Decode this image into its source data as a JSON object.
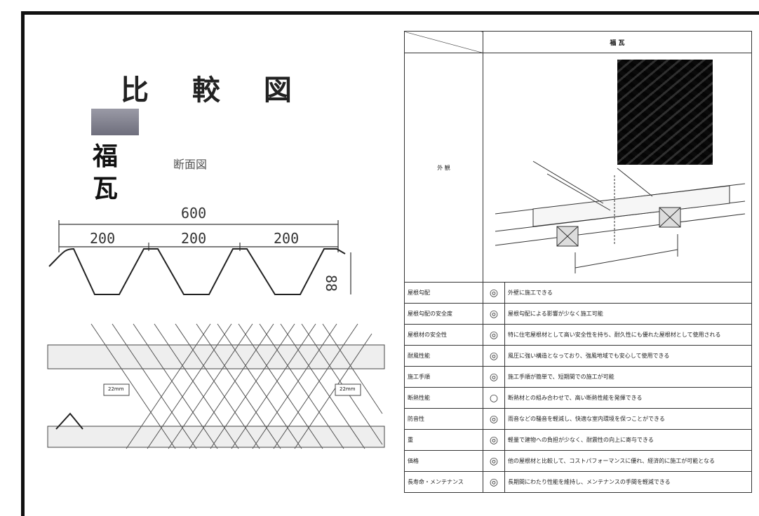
{
  "title": "比 較 図",
  "logo": {
    "kanji_top": "福",
    "kanji_bottom": "瓦"
  },
  "section_label": "断面図",
  "dimensions": {
    "total": "600",
    "segment1": "200",
    "segment2": "200",
    "segment3": "200",
    "height": "88"
  },
  "table": {
    "header": "福 瓦",
    "photo_row_label": "外 観",
    "rows": [
      {
        "item": "屋根勾配",
        "mark": "◎",
        "desc": "外壁に施工できる"
      },
      {
        "item": "屋根勾配の安全度",
        "mark": "◎",
        "desc": "屋根勾配による影響が少なく施工可能"
      },
      {
        "item": "屋根材の安全性",
        "mark": "◎",
        "desc": "特に住宅屋根材として高い安全性を持ち、耐久性にも優れた屋根材として使用される"
      },
      {
        "item": "耐風性能",
        "mark": "◎",
        "desc": "風圧に強い構造となっており、強風地域でも安心して使用できる"
      },
      {
        "item": "施工手順",
        "mark": "◎",
        "desc": "施工手順が簡単で、短期間での施工が可能"
      },
      {
        "item": "断熱性能",
        "mark": "○",
        "desc": "断熱材との組み合わせで、高い断熱性能を発揮できる"
      },
      {
        "item": "防音性",
        "mark": "◎",
        "desc": "雨音などの騒音を軽減し、快適な室内環境を保つことができる"
      },
      {
        "item": "重",
        "mark": "◎",
        "desc": "軽量で建物への負担が少なく、耐震性の向上に寄与できる"
      },
      {
        "item": "価格",
        "mark": "◎",
        "desc": "他の屋根材と比較して、コストパフォーマンスに優れ、経済的に施工が可能となる"
      },
      {
        "item": "長寿命・メンテナンス",
        "mark": "◎",
        "desc": "長期間にわたり性能を維持し、メンテナンスの手間を軽減できる"
      }
    ]
  },
  "drawing_labels": {
    "left_pitch": "22mm",
    "right_pitch": "22mm"
  }
}
